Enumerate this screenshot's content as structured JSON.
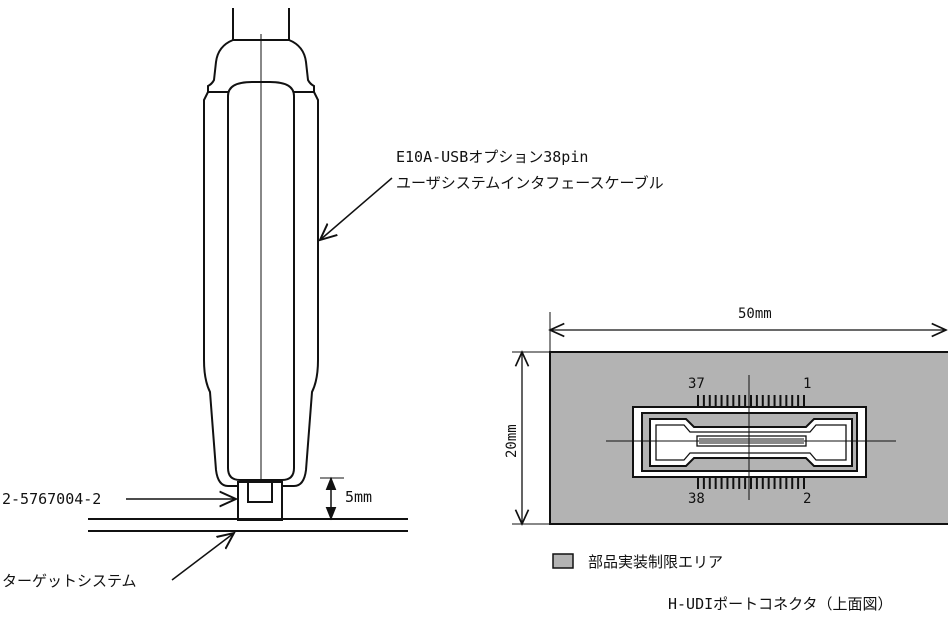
{
  "cable_label": {
    "line1": "E10A-USBオプション38pin",
    "line2": "ユーザシステムインタフェースケーブル"
  },
  "connector_part": "2-5767004-2",
  "height_dim": "5mm",
  "target_system": "ターゲットシステム",
  "footprint": {
    "width_dim": "50mm",
    "height_dim": "20mm",
    "pins": {
      "top_left": "37",
      "top_right": "1",
      "bottom_left": "38",
      "bottom_right": "2"
    }
  },
  "legend": {
    "label": "部品実装制限エリア",
    "swatch_color": "#b3b3b3"
  },
  "caption": "H-UDIポートコネクタ（上面図）"
}
